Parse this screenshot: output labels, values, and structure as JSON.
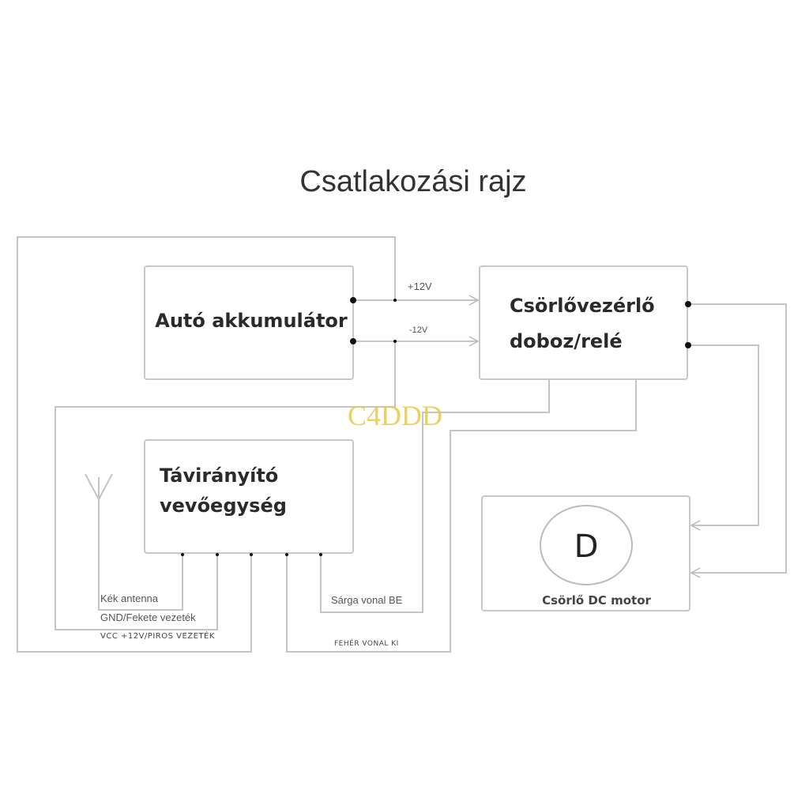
{
  "title": "Csatlakozási rajz",
  "battery": {
    "label": "Autó akkumulátor"
  },
  "controller": {
    "line1": "Csörlővezérlő",
    "line2": "doboz/relé"
  },
  "receiver": {
    "line1": "Távirányító",
    "line2": "vevőegység"
  },
  "motor": {
    "symbol": "D",
    "label": "Csörlő DC motor"
  },
  "power_lines": {
    "positive": "+12V",
    "negative": "-12V"
  },
  "wires": {
    "antenna": "Kék antenna",
    "gnd": "GND/Fekete vezeték",
    "vcc": "VCC +12V/PIROS VEZETÉK",
    "yellow": "Sárga vonal BE",
    "white": "FEHÉR VONAL KI"
  },
  "watermark": "C4DDD"
}
